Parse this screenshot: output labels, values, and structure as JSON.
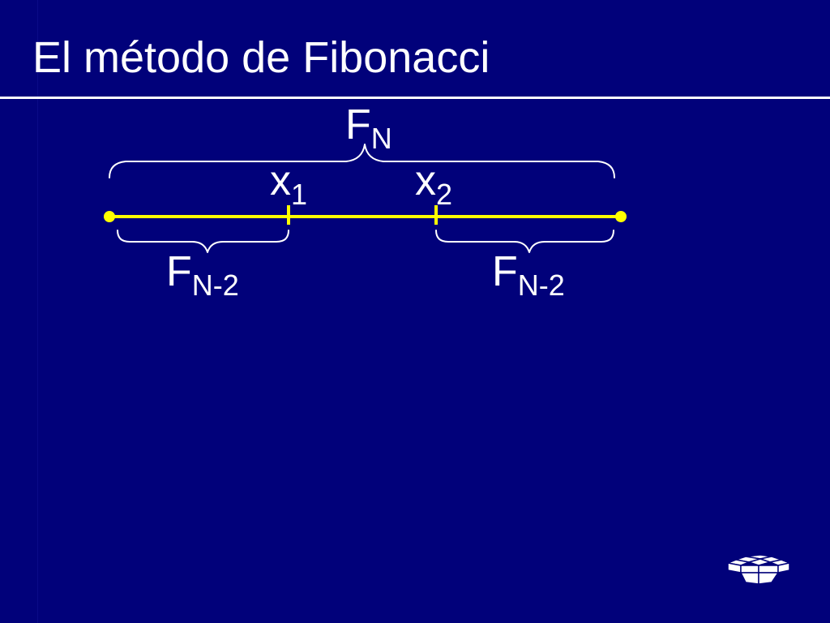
{
  "slide": {
    "title": "El método de Fibonacci"
  },
  "diagram": {
    "labels": {
      "total": {
        "base": "F",
        "subscript": "N"
      },
      "point_1": {
        "base": "x",
        "subscript": "1"
      },
      "point_2": {
        "base": "x",
        "subscript": "2"
      },
      "left_segment": {
        "base": "F",
        "subscript": "N-2"
      },
      "right_segment": {
        "base": "F",
        "subscript": "N-2"
      }
    }
  },
  "colors": {
    "background": "#01017a",
    "text": "#ffffff",
    "interval_line": "#ffff00"
  },
  "icons": {
    "logo": "university-logo-icon"
  }
}
